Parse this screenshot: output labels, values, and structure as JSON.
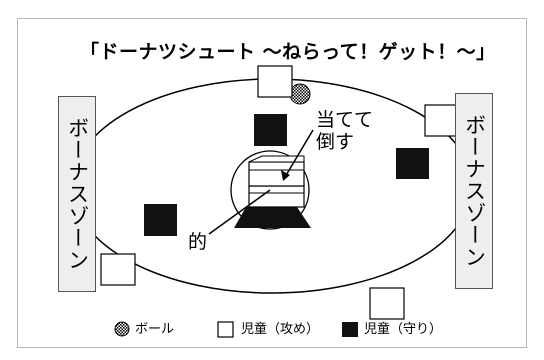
{
  "title": "「ドーナツシュート ～ねらって！ゲット！～」",
  "bonus_zone_left": "ボーナスゾーン",
  "bonus_zone_right": "ボーナスゾーン",
  "annotation_hit": "当てて\n倒す",
  "annotation_target": "的",
  "legend": {
    "ball": "ボール",
    "attack": "児童（攻め）",
    "defense": "児童（守り）"
  }
}
